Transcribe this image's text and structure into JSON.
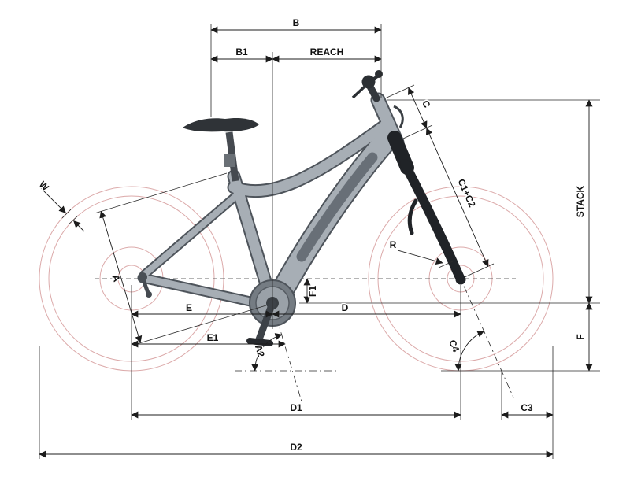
{
  "diagram": {
    "description": "Bicycle frame geometry dimension drawing",
    "colors": {
      "background": "#ffffff",
      "wheel_outline": "#dcaaaa",
      "frame_light": "#a7aeb5",
      "frame_dark": "#4e545b",
      "fork_black": "#202327",
      "dimension_line": "#1c1c1c"
    },
    "labels": {
      "b": "B",
      "b1": "B1",
      "reach": "REACH",
      "c": "C",
      "c1c2": "C1+C2",
      "stack": "STACK",
      "w": "W",
      "a": "A",
      "a2": "A2",
      "e": "E",
      "e1": "E1",
      "f1": "F1",
      "d": "D",
      "r": "R",
      "c4": "C4",
      "d1": "D1",
      "c3": "C3",
      "d2": "D2",
      "f": "F"
    }
  }
}
